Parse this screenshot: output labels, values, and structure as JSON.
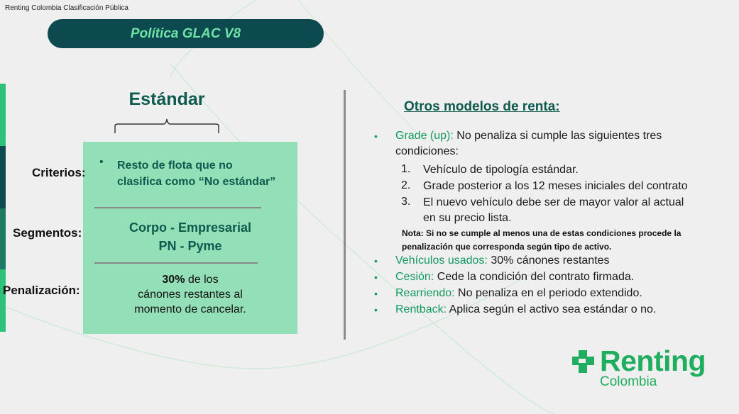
{
  "classification": "Renting Colombia Clasificación Pública",
  "title": "Política GLAC V8",
  "left": {
    "heading": "Estándar",
    "labels": {
      "criterios": "Criterios:",
      "segmentos": "Segmentos:",
      "penalizacion": "Penalización:"
    },
    "criterios_bullet": "•",
    "criterios_line1": "Resto de flota que no",
    "criterios_line2": "clasifica como “No estándar”",
    "segmentos_line1": "Corpo - Empresarial",
    "segmentos_line2": "PN - Pyme",
    "penalizacion_bold": "30%",
    "penalizacion_rest1": " de los",
    "penalizacion_line2": "cánones restantes al",
    "penalizacion_line3": "momento de cancelar."
  },
  "right": {
    "heading": "Otros modelos de renta:",
    "bullet": "•",
    "items": [
      {
        "key": "Grade (up):",
        "text": " No penaliza si cumple las siguientes tres",
        "text2": "condiciones:"
      },
      {
        "key": "Vehículos usados:",
        "text": " 30% cánones restantes"
      },
      {
        "key": "Cesión:",
        "text": " Cede la condición del contrato firmada."
      },
      {
        "key": "Rearriendo:",
        "text": " No penaliza en el periodo extendido."
      },
      {
        "key": "Rentback:",
        "text": " Aplica según el activo sea estándar o no."
      }
    ],
    "conditions": [
      {
        "num": "1.",
        "text": "Vehículo de tipología estándar."
      },
      {
        "num": "2.",
        "text": "Grade posterior a  los 12 meses iniciales del contrato"
      },
      {
        "num": "3.",
        "text": "El nuevo vehículo debe ser de mayor valor al actual",
        "text2": "en su precio lista."
      }
    ],
    "note_line1": "Nota: Si no se cumple al menos una de estas condiciones procede la",
    "note_line2": "penalización que corresponda según tipo de activo."
  },
  "logo": {
    "word": "Renting",
    "sub": "Colombia",
    "color": "#1fae5f"
  },
  "colors": {
    "title_bg": "#0d4a4f",
    "title_text": "#6ee3a6",
    "box": "#93dfb8",
    "accent": "#129a5e"
  }
}
